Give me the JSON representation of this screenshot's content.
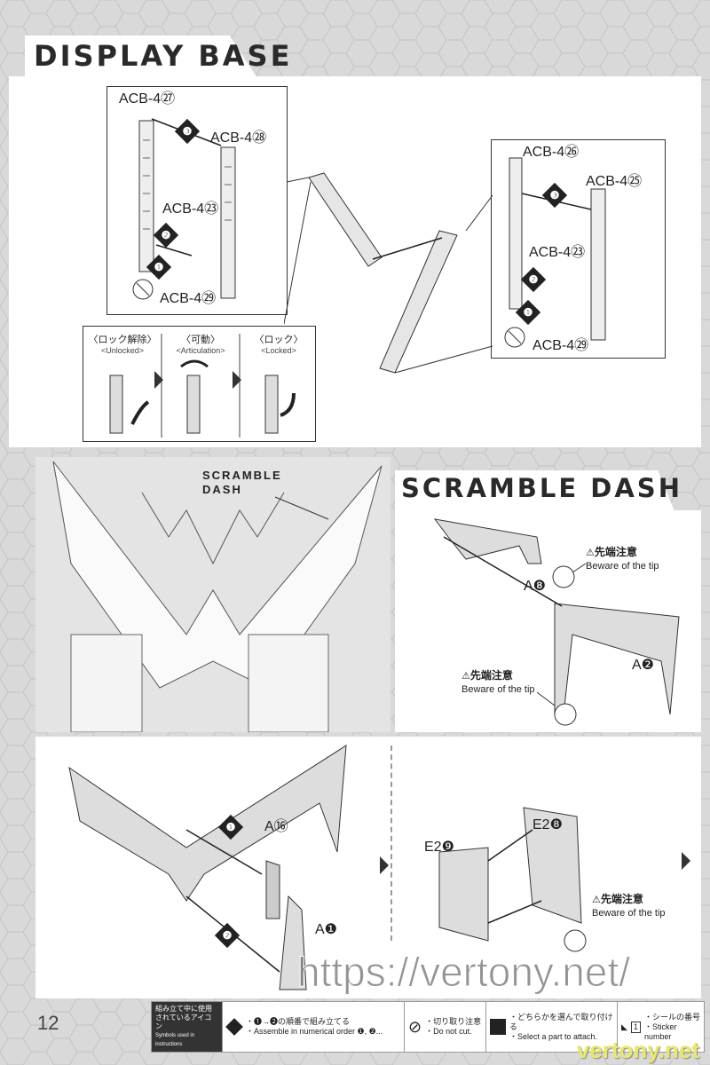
{
  "display_base": {
    "title": "DISPLAY BASE",
    "left_box": {
      "part1": "ACB-4㉗",
      "part2": "ACB-4㉘",
      "part3": "ACB-4㉓",
      "part4": "ACB-4㉙",
      "steps": [
        "❶",
        "❷",
        "❸"
      ]
    },
    "right_box": {
      "part1": "ACB-4㉖",
      "part2": "ACB-4㉕",
      "part3": "ACB-4㉓",
      "part4": "ACB-4㉙",
      "steps": [
        "❶",
        "❷",
        "❸"
      ]
    },
    "lock_states": [
      {
        "jp": "〈ロック解除〉",
        "en": "<Unlocked>"
      },
      {
        "jp": "〈可動〉",
        "en": "<Articulation>"
      },
      {
        "jp": "〈ロック〉",
        "en": "<Locked>"
      }
    ]
  },
  "scramble_dash": {
    "title": "SCRAMBLE DASH",
    "callout": "SCRAMBLE\nDASH",
    "part_a8": "A❽",
    "part_a2": "A❷",
    "warning_jp": "先端注意",
    "warning_en": "Beware of the tip"
  },
  "assembly": {
    "part_a16": "A⑯",
    "part_a1": "A❶",
    "part_e29": "E2❾",
    "part_e28": "E2❽",
    "steps": [
      "❶",
      "❷"
    ],
    "warning_jp": "先端注意",
    "warning_en": "Beware of the tip"
  },
  "footer": {
    "page_number": "12",
    "legend_title_jp": "組み立て中に使用されているアイコン",
    "legend_title_en": "Symbols used in instructions",
    "items": [
      {
        "jp": "・❶→❷の順番で組み立てる",
        "en": "・Assemble in numerical order ❶, ❷..."
      },
      {
        "jp": "・切り取り注意",
        "en": "・Do not cut."
      },
      {
        "jp": "・どちらかを選んで取り付ける",
        "en": "・Select a part to attach."
      },
      {
        "jp": "・シールの番号",
        "en": "・Sticker number"
      }
    ],
    "sticker_num": "1",
    "watermark": "https://vertony.net/",
    "watermark2": "vertony.net"
  }
}
